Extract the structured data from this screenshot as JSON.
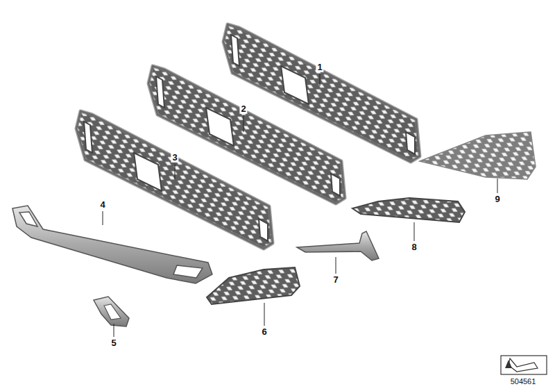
{
  "diagram": {
    "labels": [
      "1",
      "2",
      "3",
      "4",
      "5",
      "6",
      "7",
      "8",
      "9",
      "504561"
    ]
  }
}
